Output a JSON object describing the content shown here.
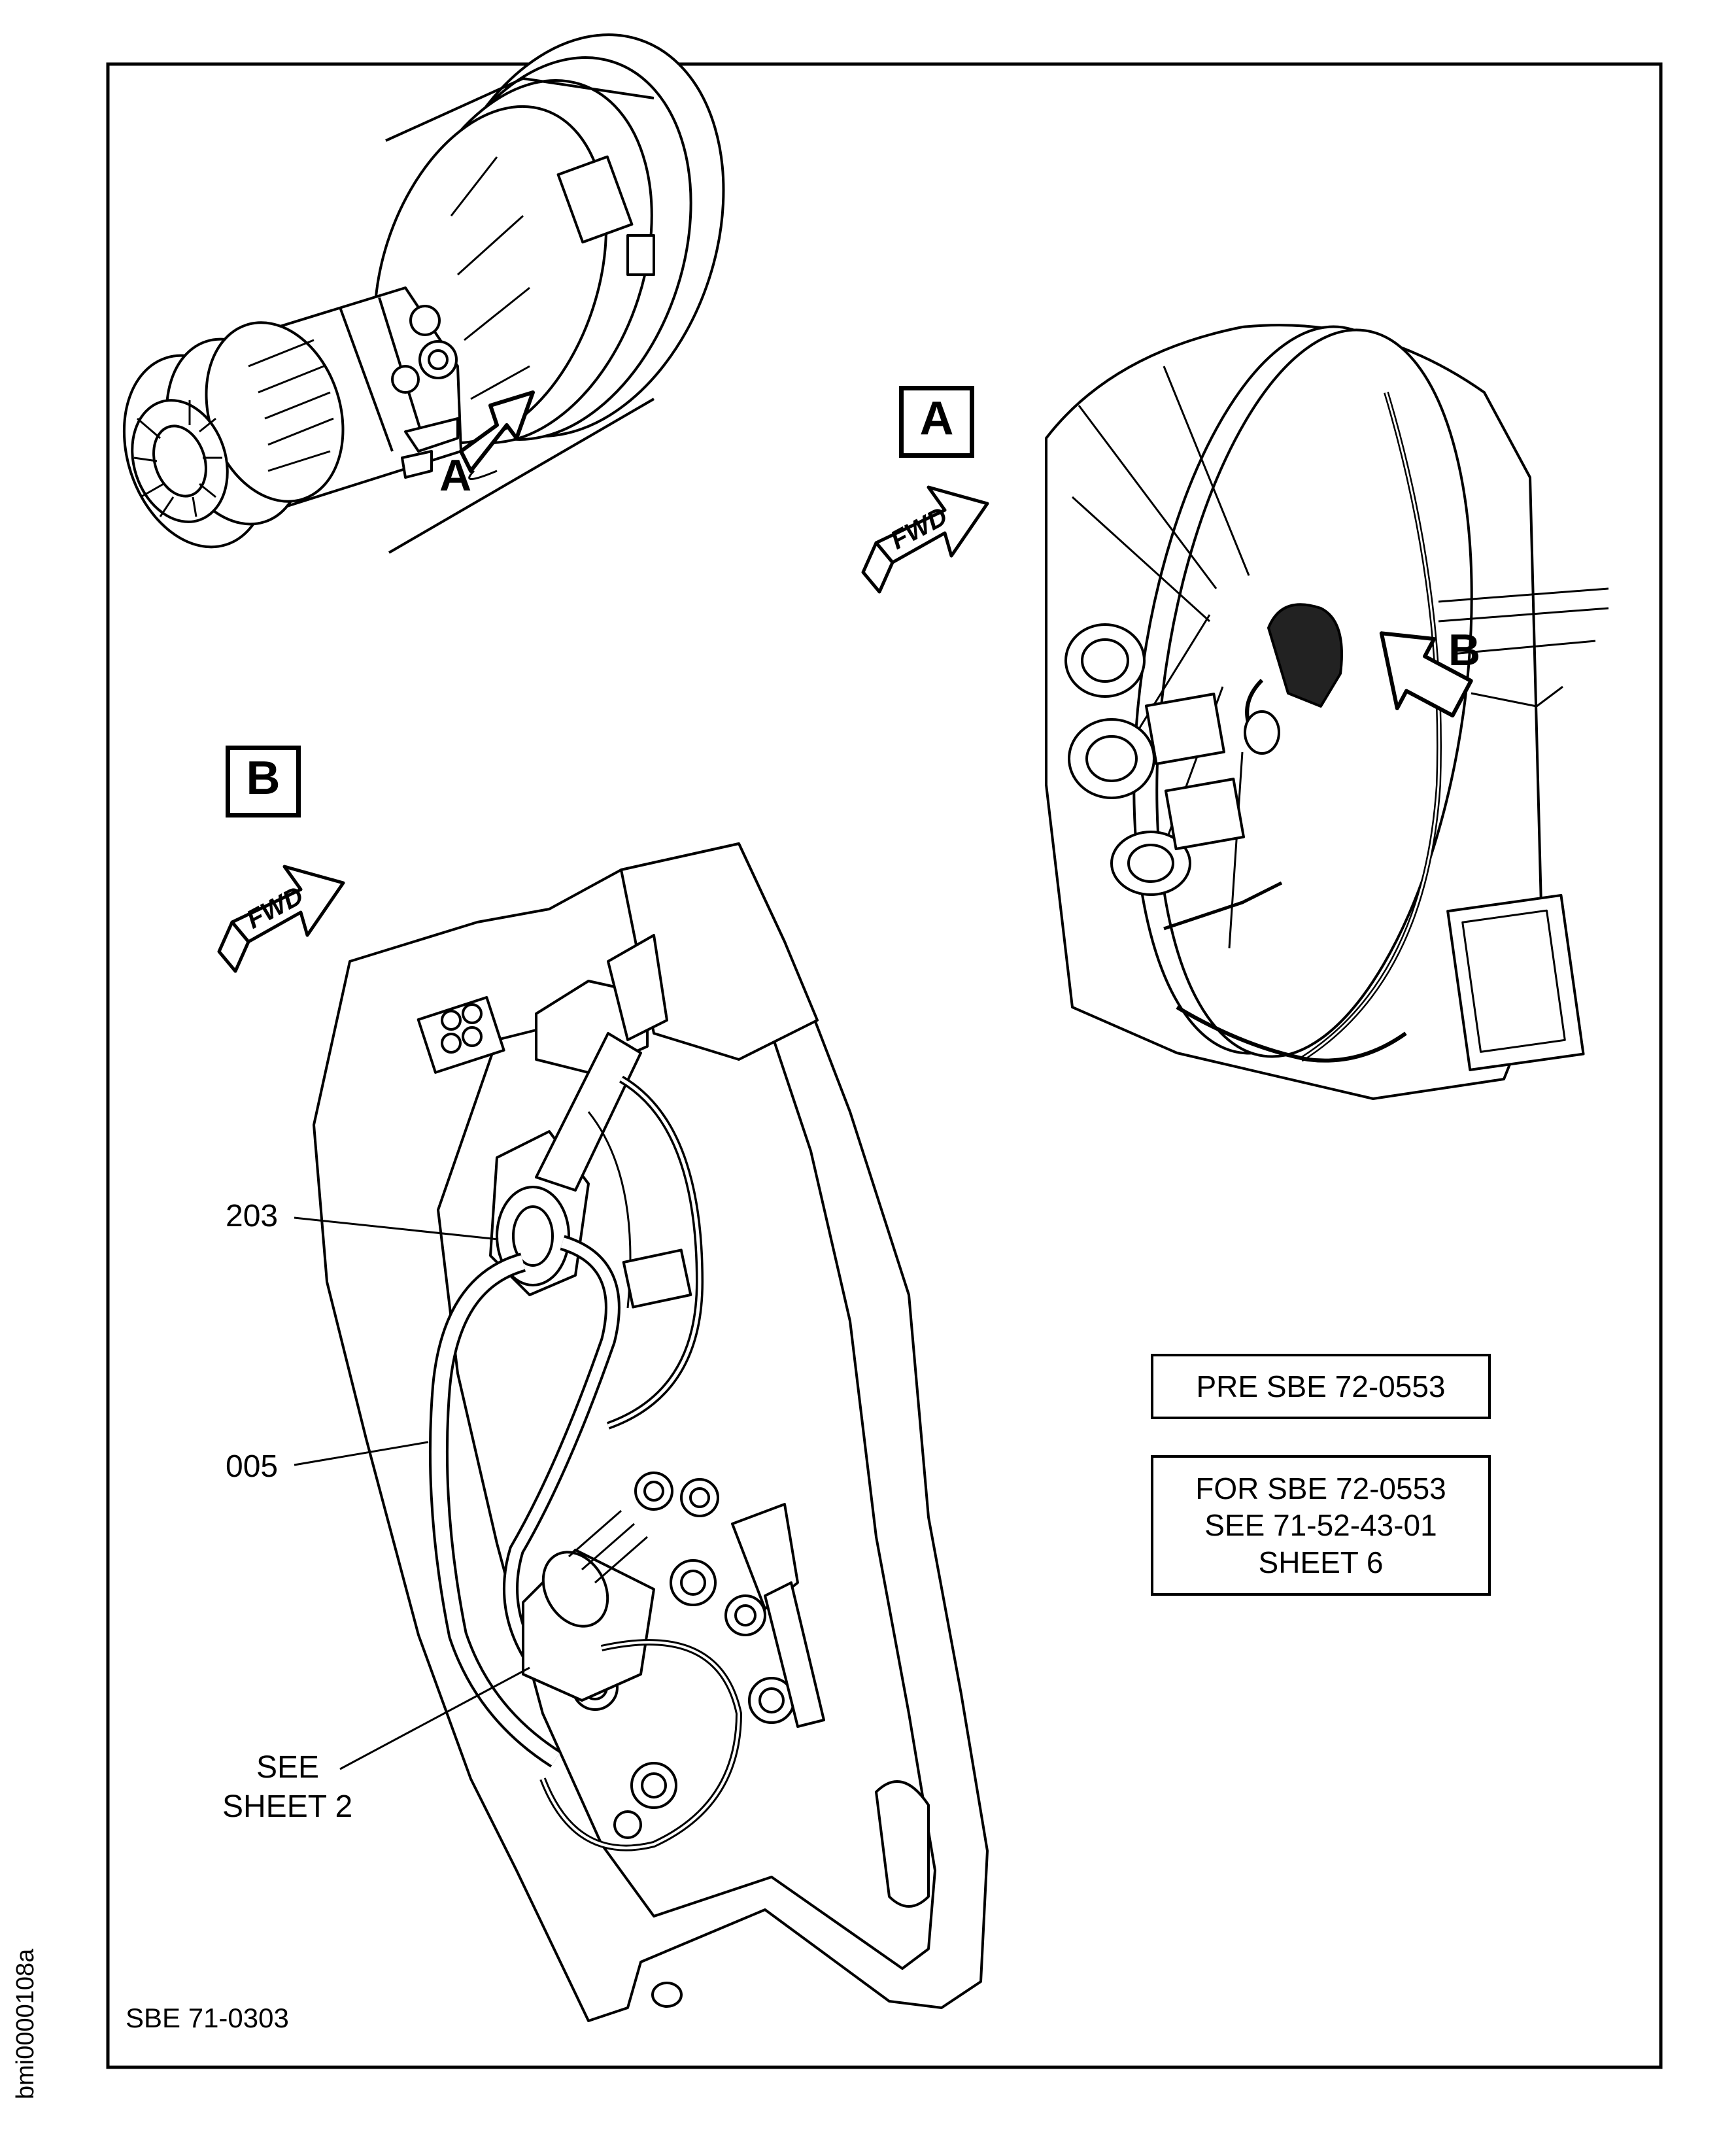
{
  "views": {
    "A": {
      "label": "A",
      "fwd": "FWD"
    },
    "B": {
      "label": "B",
      "fwd": "FWD"
    }
  },
  "pointer_letters": {
    "engine_arrow": "A",
    "view_a_arrow": "B"
  },
  "callouts": {
    "item_203": "203",
    "item_005": "005",
    "see_sheet_line1": "SEE",
    "see_sheet_line2": "SHEET 2"
  },
  "notes": {
    "pre_sbe": "PRE SBE 72-0553",
    "for_sbe_line1": "FOR SBE 72-0553",
    "for_sbe_line2": "SEE 71-52-43-01",
    "for_sbe_line3": "SHEET 6"
  },
  "footer": {
    "sbe_ref": "SBE 71-0303"
  },
  "side_id": "bmi0000108a"
}
